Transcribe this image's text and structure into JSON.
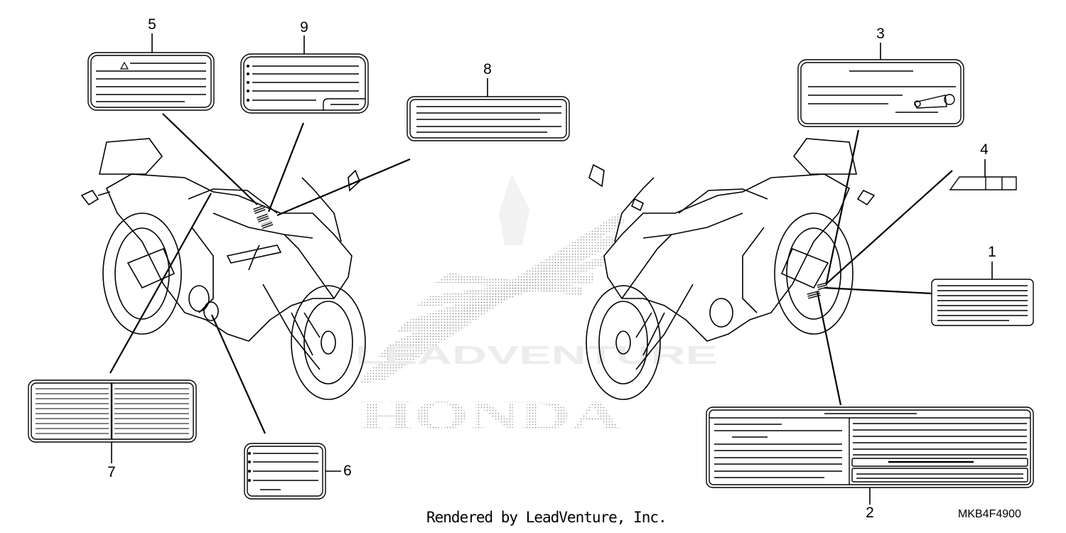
{
  "callouts": {
    "c1": "1",
    "c2": "2",
    "c3": "3",
    "c4": "4",
    "c5": "5",
    "c6": "6",
    "c7": "7",
    "c8": "8",
    "c9": "9"
  },
  "footer": {
    "credit": "Rendered by LeadVenture, Inc.",
    "diagram_code": "MKB4F4900"
  },
  "watermark": {
    "brand": "HONDA",
    "overlay": "LEADVENTURE"
  }
}
